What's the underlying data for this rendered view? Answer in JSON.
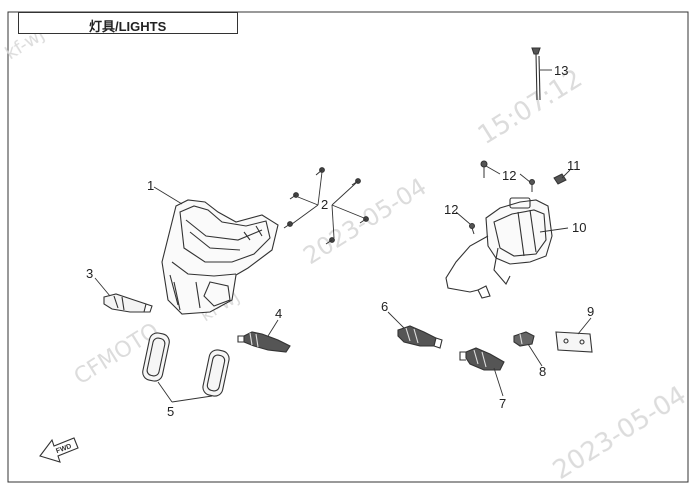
{
  "title": "灯具/LIGHTS",
  "callouts": [
    "1",
    "2",
    "3",
    "4",
    "5",
    "6",
    "7",
    "8",
    "9",
    "10",
    "11",
    "12",
    "12",
    "13"
  ],
  "fwd_label": "FWD",
  "watermarks": {
    "brand": "CFMOTO",
    "user": "kf-wj",
    "date": "2023-05-04",
    "time": "15:07:12"
  }
}
